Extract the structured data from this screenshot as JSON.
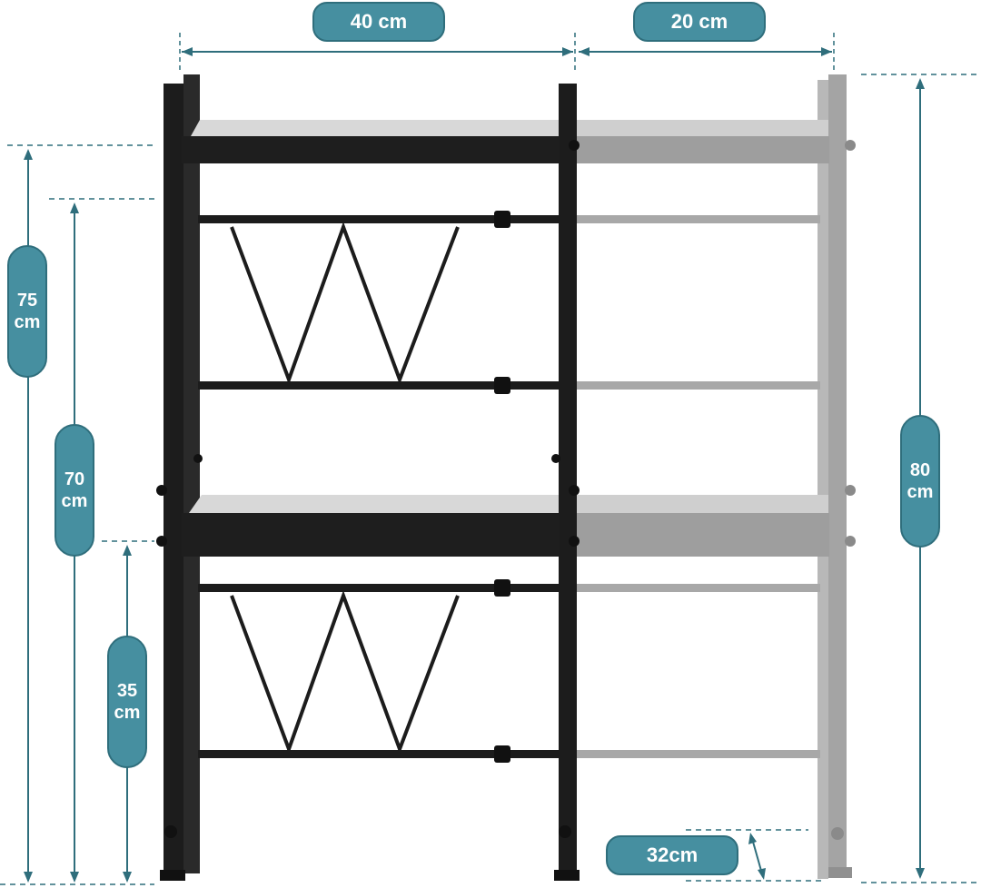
{
  "dimensions": {
    "width_label": "40 cm",
    "extension_label": "20 cm",
    "height_75": {
      "value": "75",
      "unit": "cm"
    },
    "height_70": {
      "value": "70",
      "unit": "cm"
    },
    "height_35": {
      "value": "35",
      "unit": "cm"
    },
    "height_80": {
      "value": "80",
      "unit": "cm"
    },
    "depth_label": "32cm"
  },
  "colors": {
    "label_fill": "#468fa0",
    "label_text": "#ffffff",
    "dimension_line": "#2f6e7c",
    "frame_black": "#1c1c1c",
    "frame_extended_gray": "#9a9a9a"
  }
}
